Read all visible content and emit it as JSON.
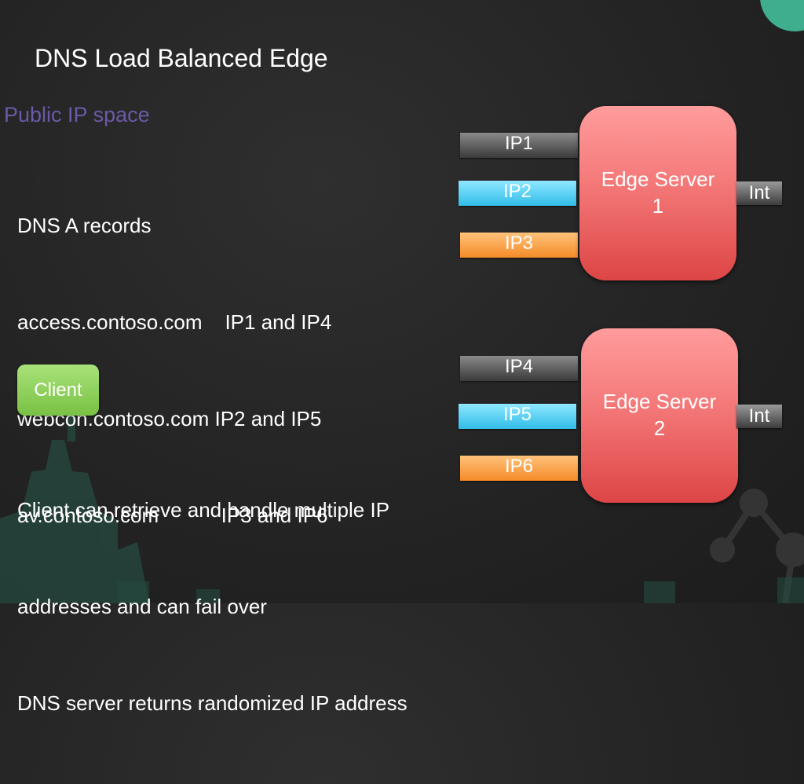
{
  "slide": {
    "title": "DNS Load Balanced Edge",
    "subtitle": "Public IP space",
    "dns_records": [
      "DNS A records",
      "access.contoso.com    IP1 and IP4",
      "webcon.contoso.com IP2 and IP5",
      "av.contoso.com           IP3 and IP6"
    ],
    "client_label": "Client",
    "notes": [
      "Client can retrieve and handle multiple IP",
      "addresses and can fail over",
      "DNS server returns randomized IP address"
    ]
  },
  "servers": [
    {
      "name_line1": "Edge Server",
      "name_line2": "1",
      "ips": [
        "IP1",
        "IP2",
        "IP3"
      ],
      "internal_label": "Int"
    },
    {
      "name_line1": "Edge Server",
      "name_line2": "2",
      "ips": [
        "IP4",
        "IP5",
        "IP6"
      ],
      "internal_label": "Int"
    }
  ],
  "colors": {
    "background": "#262626",
    "subtitle": "#6c59a7",
    "client_green": "#8fd35e",
    "server_red": "#ef6464",
    "ip_gray": "#555555",
    "ip_blue": "#4fcdf0",
    "ip_orange": "#f79a3c",
    "accent_teal": "#3fae8e"
  }
}
